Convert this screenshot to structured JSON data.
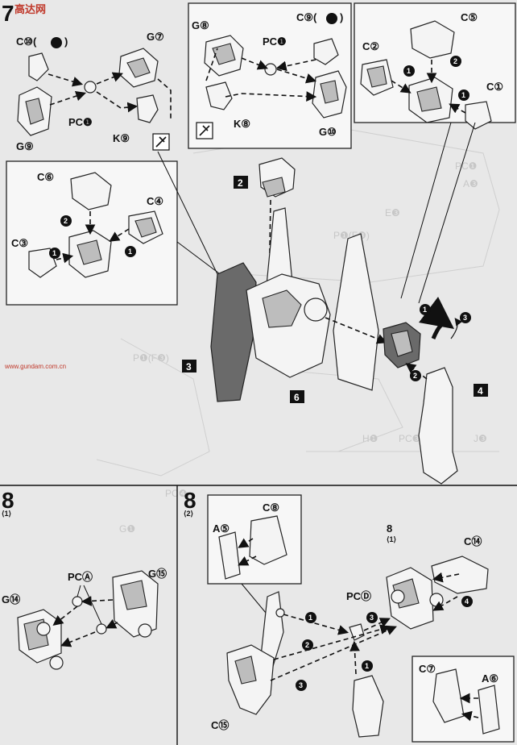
{
  "watermark": {
    "text": "高达网",
    "url": "www.gundam.com.cn"
  },
  "step7": {
    "number": "7",
    "inset_left_top": {
      "labels": [
        "C⑩(",
        ")",
        "G⑦",
        "PC❶",
        "G⑨",
        "K⑨"
      ]
    },
    "inset_left_bottom": {
      "labels": [
        "C⑥",
        "C④",
        "C③"
      ],
      "arrows": [
        "2",
        "1",
        "1"
      ]
    },
    "inset_mid": {
      "labels": [
        "G⑧",
        "PC❶",
        "C⑨(",
        ")",
        "K⑧",
        "G⑩"
      ]
    },
    "inset_right": {
      "labels": [
        "C⑤",
        "C②",
        "C①"
      ],
      "arrows": [
        "1",
        "2",
        "1"
      ]
    },
    "main": {
      "boxes": [
        "2",
        "3",
        "6",
        "4"
      ],
      "arrows": [
        "1",
        "3",
        "2"
      ]
    }
  },
  "step8a": {
    "number": "8",
    "sub": "⟨1⟩",
    "labels": [
      "PCⒶ",
      "G⑮",
      "G⑭"
    ]
  },
  "step8b": {
    "number": "8",
    "sub": "⟨2⟩",
    "labels": [
      "C⑧",
      "A⑤",
      "PCⒹ",
      "C⑭",
      "C⑮",
      "C⑦",
      "A⑥"
    ],
    "ref": {
      "number": "8",
      "sub": "⟨1⟩"
    },
    "arrows": [
      "1",
      "3",
      "2",
      "3",
      "4",
      "1"
    ]
  },
  "background_ghost": [
    "PC❶",
    "A❸",
    "E❸",
    "P❶(F❸)",
    "J❸",
    "H❶",
    "PC❸",
    "PC❹",
    "G❶"
  ]
}
